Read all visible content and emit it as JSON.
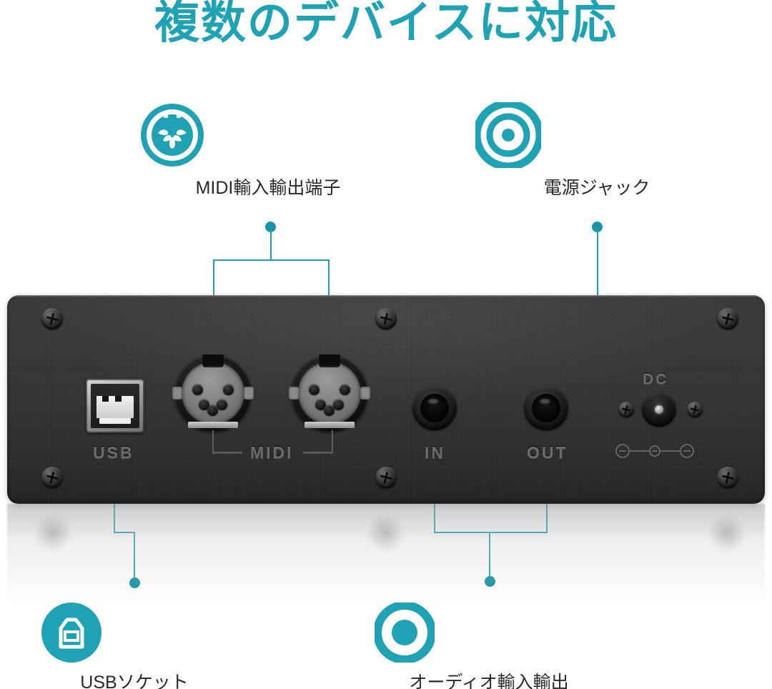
{
  "page": {
    "title": "複数のデバイスに対応",
    "accent_color": "#1fa3b4",
    "accent_dark": "#1894a8",
    "label_color": "#2a2a2a",
    "panel_color": "#343436"
  },
  "callouts": [
    {
      "id": "midi",
      "icon": "midi-din-connector-icon",
      "label": "MIDI輸入輸出端子"
    },
    {
      "id": "power",
      "icon": "power-jack-icon",
      "label": "電源ジャック"
    },
    {
      "id": "usb",
      "icon": "usb-socket-icon",
      "label": "USBソケット"
    },
    {
      "id": "audio",
      "icon": "audio-jack-icon",
      "label": "オーディオ輸入輸出"
    }
  ],
  "panel": {
    "name": "rear-io-panel",
    "engraved_labels": {
      "usb": "USB",
      "midi": "MIDI",
      "audio_in": "IN",
      "audio_out": "OUT",
      "dc": "DC"
    },
    "ports": [
      {
        "id": "usb-b-port",
        "label": "USB"
      },
      {
        "id": "midi-din-port-1",
        "label": "MIDI"
      },
      {
        "id": "midi-din-port-2",
        "label": "MIDI"
      },
      {
        "id": "audio-in-jack",
        "label": "IN"
      },
      {
        "id": "audio-out-jack",
        "label": "OUT"
      },
      {
        "id": "dc-power-jack",
        "label": "DC"
      }
    ]
  }
}
